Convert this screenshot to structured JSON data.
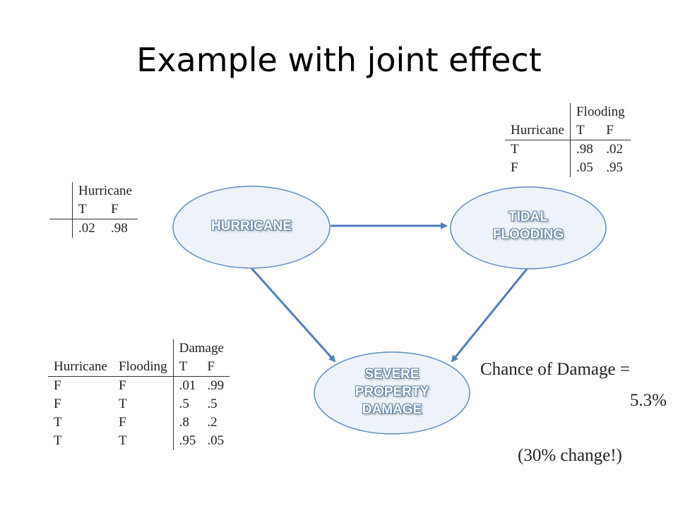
{
  "title": "Example with joint effect",
  "colors": {
    "node_fill": "#eef2fa",
    "node_stroke": "#5b8cc6",
    "edge": "#4f7fc0"
  },
  "nodes": {
    "hurricane": {
      "label": "HURRICANE"
    },
    "flooding": {
      "line1": "TIDAL",
      "line2": "FLOODING"
    },
    "damage": {
      "line1": "SEVERE",
      "line2": "PROPERTY",
      "line3": "DAMAGE"
    }
  },
  "cpt_hurricane": {
    "header": "Hurricane",
    "cols": [
      "T",
      "F"
    ],
    "values": [
      ".02",
      ".98"
    ]
  },
  "cpt_flooding": {
    "header": "Flooding",
    "parent": "Hurricane",
    "cols": [
      "T",
      "F"
    ],
    "rows": [
      {
        "given": "T",
        "values": [
          ".98",
          ".02"
        ]
      },
      {
        "given": "F",
        "values": [
          ".05",
          ".95"
        ]
      }
    ]
  },
  "cpt_damage": {
    "header": "Damage",
    "parents": [
      "Hurricane",
      "Flooding"
    ],
    "cols": [
      "T",
      "F"
    ],
    "rows": [
      {
        "h": "F",
        "f": "F",
        "values": [
          ".01",
          ".99"
        ]
      },
      {
        "h": "F",
        "f": "T",
        "values": [
          ".5",
          ".5"
        ]
      },
      {
        "h": "T",
        "f": "F",
        "values": [
          ".8",
          ".2"
        ]
      },
      {
        "h": "T",
        "f": "T",
        "values": [
          ".95",
          ".05"
        ]
      }
    ]
  },
  "result": {
    "label": "Chance of Damage =",
    "value": "5.3%",
    "note": "(30% change!)"
  }
}
